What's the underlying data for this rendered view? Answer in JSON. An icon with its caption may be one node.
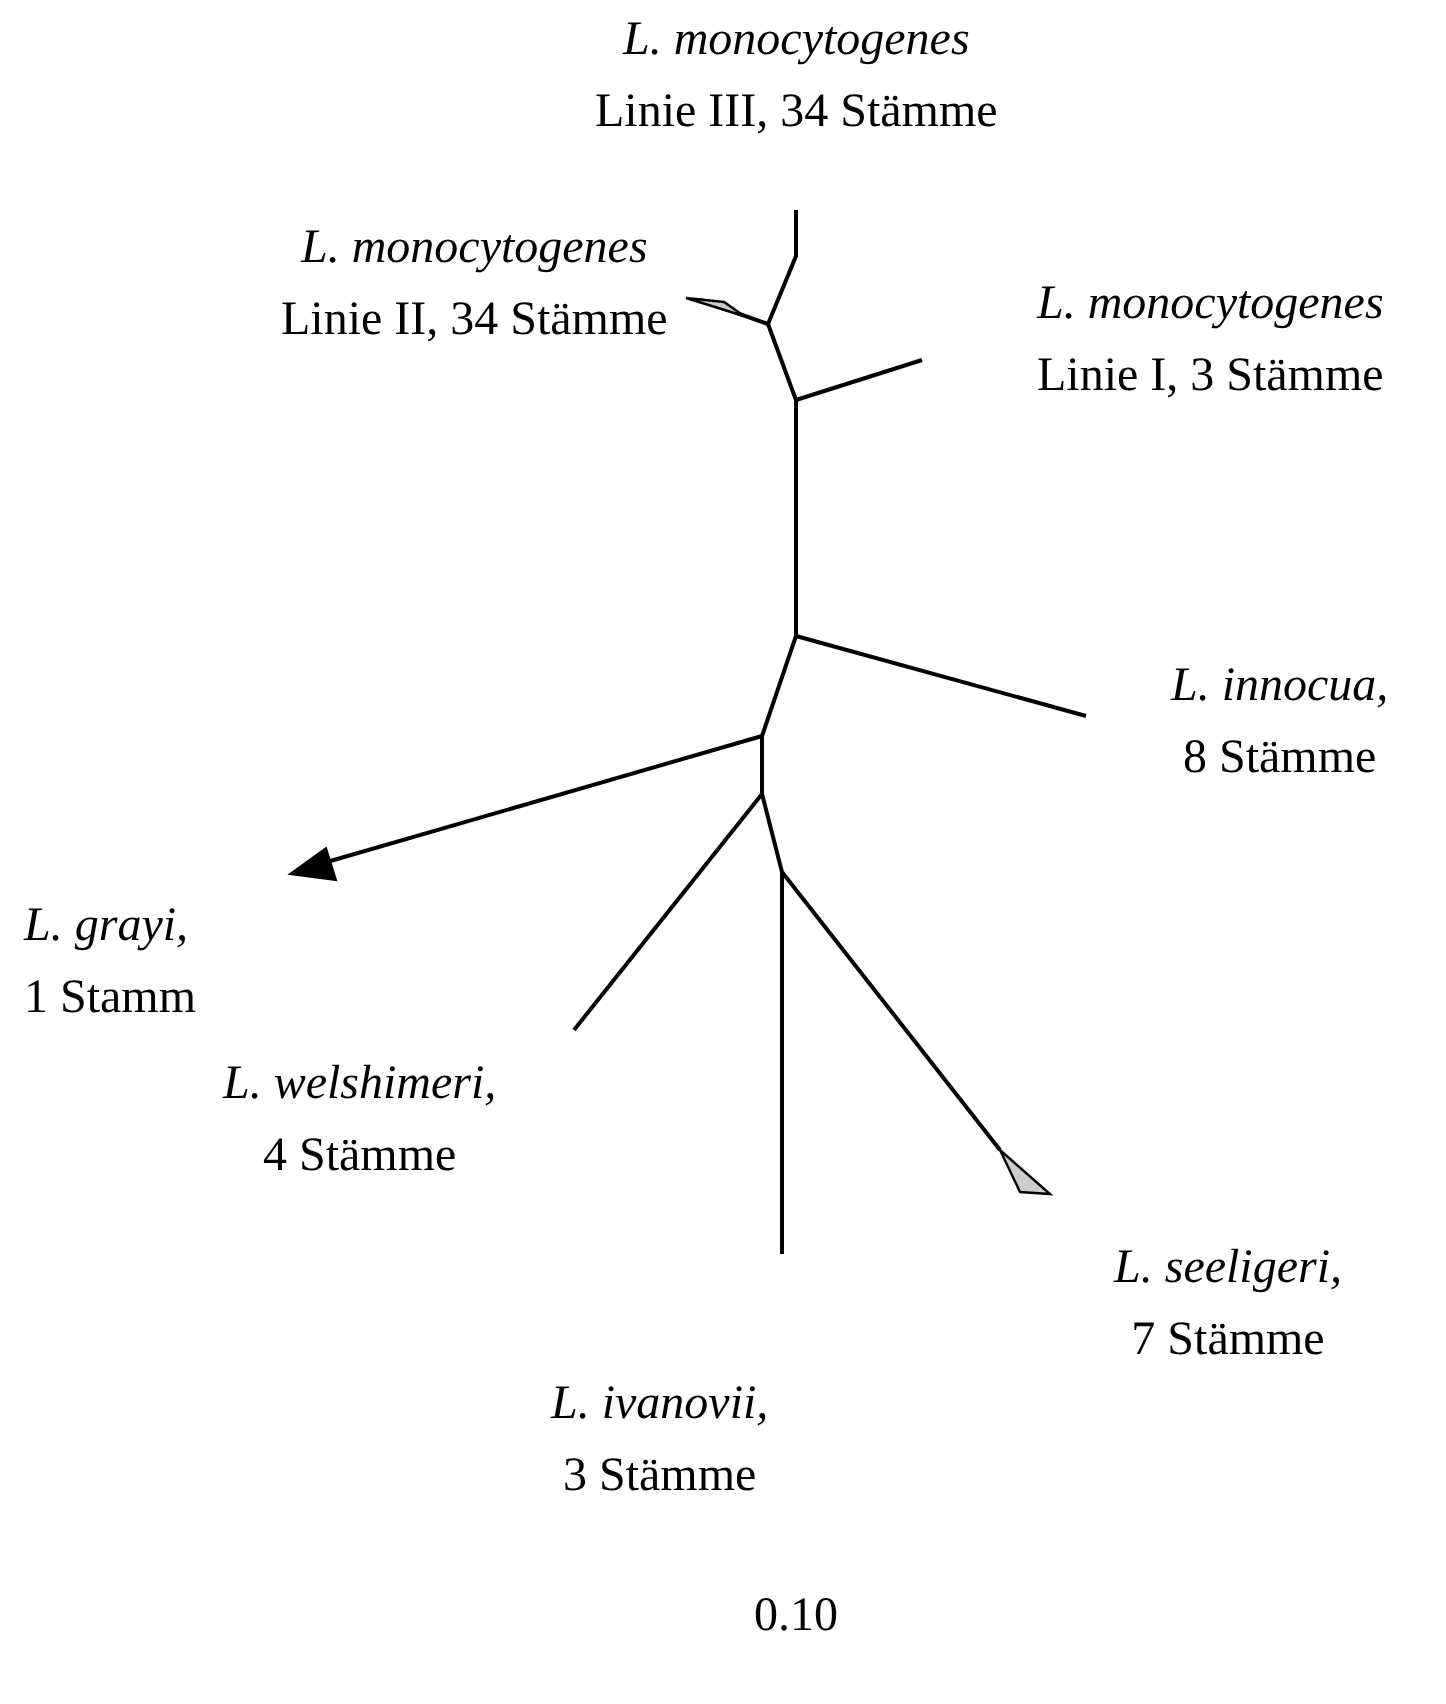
{
  "diagram": {
    "nodes": [
      {
        "text": [
          "L. monocytogenes",
          "Linie III, 34 Stämme"
        ]
      },
      {
        "text": [
          "L. monocytogenes",
          "Linie II, 34 Stämme"
        ]
      },
      {
        "text": [
          "L. monocytogenes",
          "Linie I, 3 Stämme"
        ]
      },
      {
        "text": [
          "L. innocua,",
          "8 Stämme"
        ]
      },
      {
        "text": [
          "L. grayi,",
          "1 Stamm"
        ]
      },
      {
        "text": [
          "L. welshimeri,",
          "4 Stämme"
        ]
      },
      {
        "text": [
          "L. ivanovii,",
          "3 Stämme"
        ]
      },
      {
        "text": [
          "L. seeligeri,",
          "7 Stämme"
        ]
      }
    ],
    "labels": [
      "0.10"
    ]
  }
}
